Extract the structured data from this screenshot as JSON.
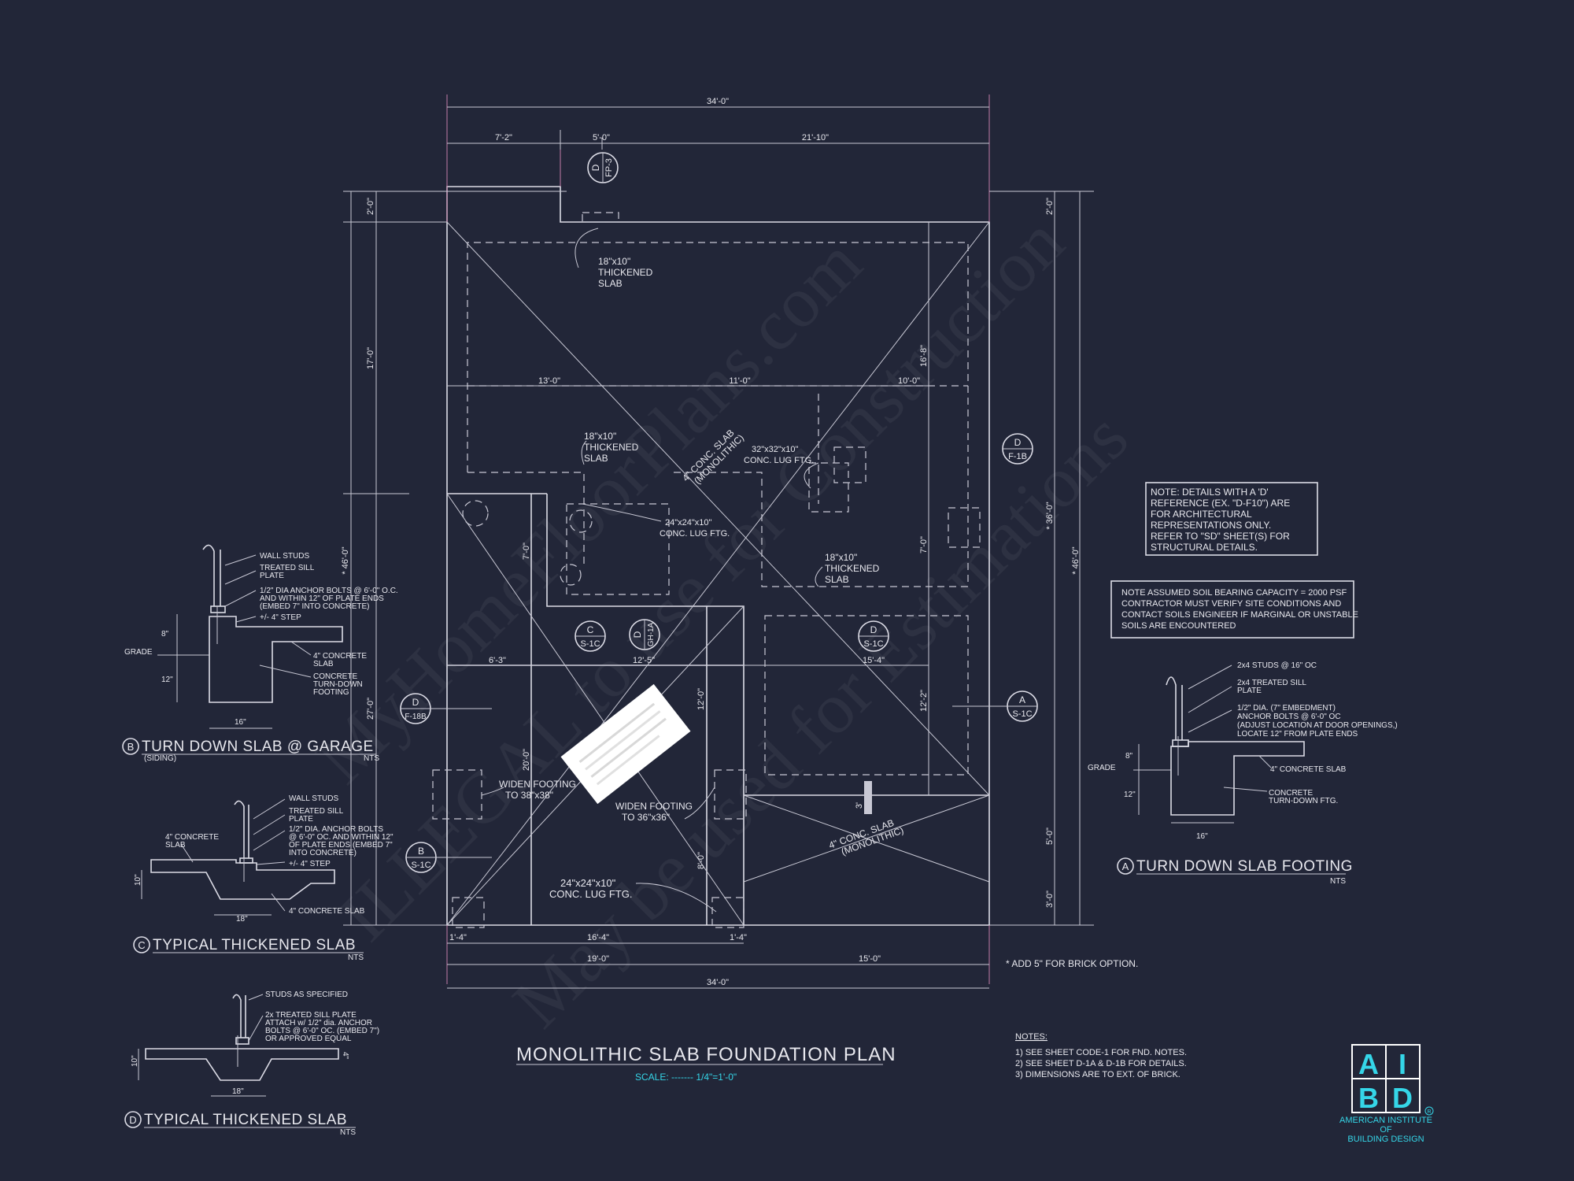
{
  "plan": {
    "title": "MONOLITHIC SLAB FOUNDATION PLAN",
    "scale": "SCALE: ------- 1/4\"=1'-0\"",
    "dims_top": {
      "overall": "34'-0\"",
      "seg1": "7'-2\"",
      "seg2": "5'-0\"",
      "seg3": "21'-10\""
    },
    "dims_bottom": {
      "overall": "34'-0\"",
      "seg1": "19'-0\"",
      "seg2": "15'-0\"",
      "inner": "16'-4\"",
      "left": "1'-4\"",
      "right": "1'-4\""
    },
    "dims_left": {
      "overall": "* 46'-0\"",
      "top": "2'-0\"",
      "upper": "17'-0\"",
      "lower": "27'-0\""
    },
    "dims_right": {
      "overall": "* 46'-0\"",
      "inner": "* 36'-0\"",
      "top": "2'-0\"",
      "mid1": "16'-8\"",
      "mid2": "7'-0\"",
      "mid3": "12'-2\"",
      "low1": "5'-0\"",
      "low2": "3'-0\""
    },
    "dims_interior": {
      "a": "13'-0\"",
      "b": "11'-0\"",
      "c": "10'-0\"",
      "d": "6'-3\"",
      "e": "12'-5\"",
      "f": "15'-4\"",
      "g": "7'-0\"",
      "h": "12'-0\"",
      "i": "20'-0\"",
      "j": "8'-0\"",
      "k": "3'"
    },
    "callouts": {
      "thick1": [
        "18\"x10\"",
        "THICKENED",
        "SLAB"
      ],
      "thick2": [
        "18\"x10\"",
        "THICKENED",
        "SLAB"
      ],
      "thick3": [
        "18\"x10\"",
        "THICKENED",
        "SLAB"
      ],
      "lug32": [
        "32\"x32\"x10\"",
        "CONC. LUG FTG."
      ],
      "lug24a": [
        "24\"x24\"x10\"",
        "CONC. LUG FTG."
      ],
      "lug24b": [
        "24\"x24\"x10\"",
        "CONC. LUG FTG."
      ],
      "slab_main": [
        "4\" CONC. SLAB",
        "(MONOLITHIC)"
      ],
      "slab_low": [
        "4\" CONC. SLAB",
        "(MONOLITHIC)"
      ],
      "widen1": [
        "WIDEN FOOTING",
        "TO 38\"x38\""
      ],
      "widen2": [
        "WIDEN FOOTING",
        "TO 36\"x36\""
      ]
    },
    "tags": [
      {
        "letter": "D",
        "ref": "FP-3"
      },
      {
        "letter": "D",
        "ref": "F-1B"
      },
      {
        "letter": "C",
        "ref": "S-1C"
      },
      {
        "letter": "D",
        "ref": "GH-1A"
      },
      {
        "letter": "D",
        "ref": "S-1C"
      },
      {
        "letter": "D",
        "ref": "F-18B"
      },
      {
        "letter": "A",
        "ref": "S-1C"
      },
      {
        "letter": "B",
        "ref": "S-1C"
      }
    ],
    "brick_note": "* ADD 5\" FOR BRICK OPTION."
  },
  "notes_box": {
    "lines": [
      "NOTE: DETAILS WITH A 'D'",
      "REFERENCE (EX. \"D-F10\") ARE",
      "FOR ARCHITECTURAL",
      "REPRESENTATIONS ONLY.",
      "REFER TO \"SD\" SHEET(S) FOR",
      "STRUCTURAL DETAILS."
    ]
  },
  "soil_box": {
    "lines": [
      "NOTE ASSUMED SOIL BEARING CAPACITY = 2000 PSF",
      "CONTRACTOR MUST VERIFY SITE CONDITIONS AND",
      "CONTACT SOILS ENGINEER IF MARGINAL OR UNSTABLE",
      "SOILS ARE ENCOUNTERED"
    ]
  },
  "general_notes": {
    "heading": "NOTES:",
    "lines": [
      "1) SEE SHEET CODE-1 FOR FND. NOTES.",
      "2) SEE SHEET D-1A & D-1B FOR DETAILS.",
      "3) DIMENSIONS ARE TO EXT. OF BRICK."
    ]
  },
  "details": {
    "a": {
      "marker": "A",
      "title": "TURN DOWN SLAB FOOTING",
      "nts": "NTS",
      "labels": [
        "2x4 STUDS @ 16\" OC",
        "2x4 TREATED SILL",
        "PLATE",
        "1/2\" DIA. (7\" EMBEDMENT)",
        "ANCHOR BOLTS @ 6'-0\" OC",
        "(ADJUST LOCATION AT DOOR OPENINGS,)",
        "LOCATE 12\" FROM PLATE ENDS",
        "4\" CONCRETE SLAB",
        "CONCRETE",
        "TURN-DOWN FTG.",
        "GRADE",
        "8\"",
        "12\"",
        "16\""
      ]
    },
    "b": {
      "marker": "B",
      "title": "TURN DOWN SLAB @ GARAGE",
      "sub": "(SIDING)",
      "nts": "NTS",
      "labels": [
        "WALL STUDS",
        "TREATED SILL",
        "PLATE",
        "1/2\" DIA ANCHOR BOLTS @ 6'-0\" O.C.",
        "AND WITHIN 12\" OF PLATE ENDS",
        "(EMBED 7\" INTO CONCRETE)",
        "+/- 4\" STEP",
        "4\" CONCRETE",
        "SLAB",
        "CONCRETE",
        "TURN-DOWN",
        "FOOTING",
        "GRADE",
        "8\"",
        "12\"",
        "16\""
      ]
    },
    "c": {
      "marker": "C",
      "title": "TYPICAL THICKENED SLAB",
      "nts": "NTS",
      "labels": [
        "WALL STUDS",
        "TREATED SILL",
        "PLATE",
        "1/2\" DIA. ANCHOR BOLTS",
        "@ 6'-0\" OC. AND WITHIN 12\"",
        "OF PLATE ENDS (EMBED 7\"",
        "INTO CONCRETE)",
        "+/- 4\" STEP",
        "4\" CONCRETE",
        "SLAB",
        "4\" CONCRETE SLAB",
        "10\"",
        "18\""
      ]
    },
    "d": {
      "marker": "D",
      "title": "TYPICAL THICKENED SLAB",
      "nts": "NTS",
      "labels": [
        "STUDS AS SPECIFIED",
        "2x TREATED SILL PLATE",
        "ATTACH w/ 1/2\" dia. ANCHOR",
        "BOLTS @ 6'-0\" OC. (EMBED 7\")",
        "OR APPROVED EQUAL",
        "10\"",
        "18\"",
        "4\""
      ]
    }
  },
  "logo": {
    "top_left": "A",
    "top_right": "I",
    "bottom_left": "B",
    "bottom_right": "D",
    "line1": "AMERICAN INSTITUTE",
    "line2": "OF",
    "line3": "BUILDING DESIGN",
    "reg": "R"
  },
  "watermarks": [
    "MyHomeFloorPlans.com",
    "ILLEGAL to use for Construction",
    "May be used for Estimations"
  ],
  "colors": {
    "background": "#222638",
    "linework": "#dcdce6",
    "accent": "#35d6e8",
    "dimension_ext": "#c27ca8"
  }
}
